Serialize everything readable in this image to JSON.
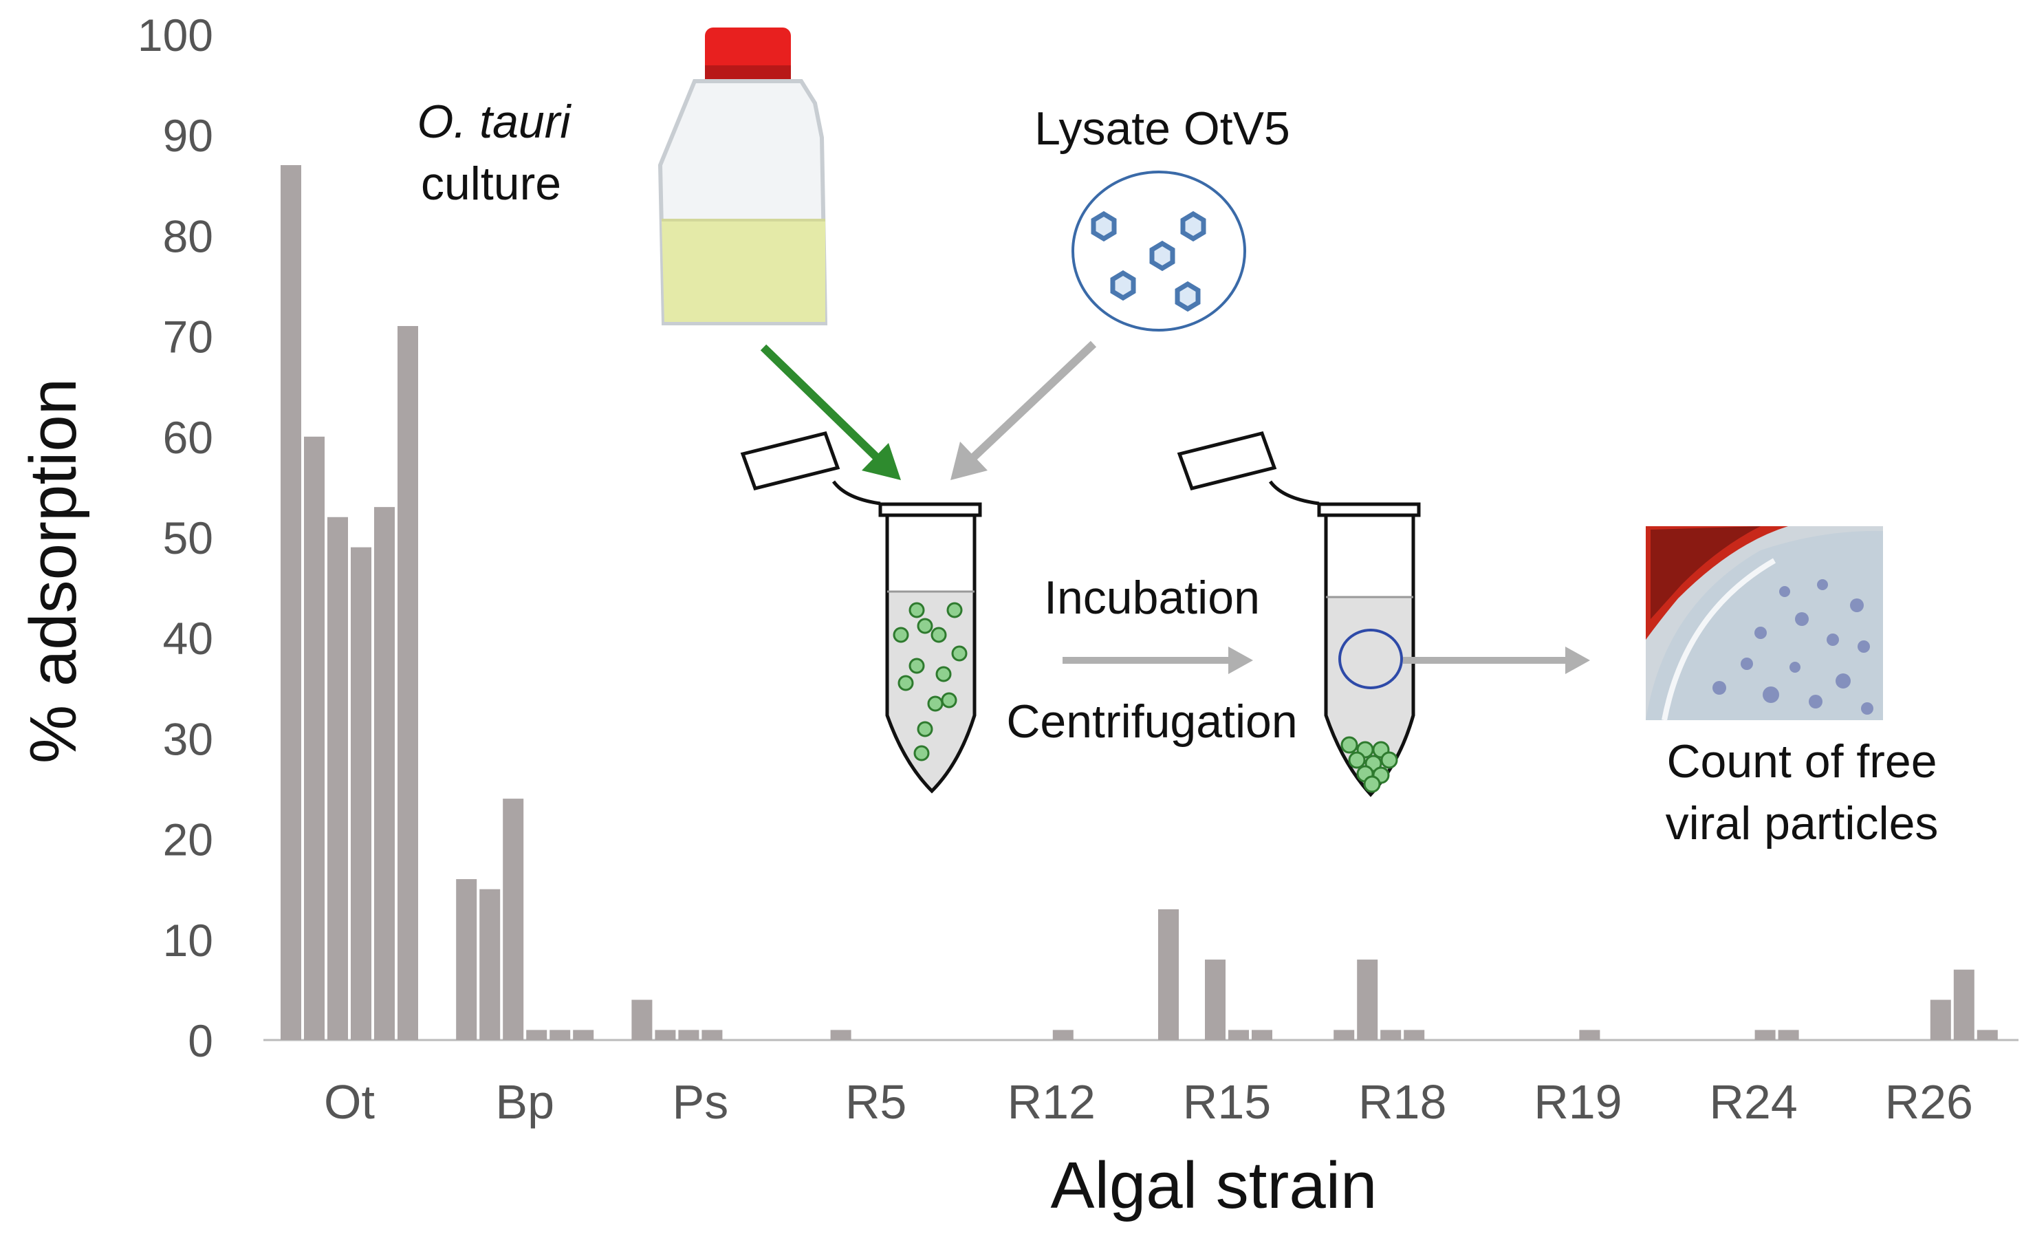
{
  "chart_data": {
    "type": "bar",
    "ylabel": "% adsorption",
    "xlabel": "Algal strain",
    "ylim": [
      0,
      100
    ],
    "yticks": [
      0,
      10,
      20,
      30,
      40,
      50,
      60,
      70,
      80,
      90,
      100
    ],
    "grid": false,
    "legend": "none",
    "bar_color": "#aaa4a4",
    "groups": [
      {
        "label": "Ot",
        "values": [
          87,
          60,
          52,
          49,
          53,
          71
        ]
      },
      {
        "label": "Bp",
        "values": [
          16,
          15,
          24,
          1,
          1,
          1
        ]
      },
      {
        "label": "Ps",
        "values": [
          4,
          1,
          1,
          1,
          0,
          0
        ]
      },
      {
        "label": "R5",
        "values": [
          0,
          1,
          0,
          0,
          0,
          0
        ]
      },
      {
        "label": "R12",
        "values": [
          0,
          0,
          0,
          1,
          0,
          0
        ]
      },
      {
        "label": "R15",
        "values": [
          13,
          0,
          8,
          1,
          1,
          0
        ]
      },
      {
        "label": "R18",
        "values": [
          1,
          8,
          1,
          1,
          0,
          0
        ]
      },
      {
        "label": "R19",
        "values": [
          0,
          0,
          0,
          1,
          0,
          0
        ]
      },
      {
        "label": "R24",
        "values": [
          0,
          0,
          0,
          1,
          1,
          0
        ]
      },
      {
        "label": "R26",
        "values": [
          0,
          0,
          0,
          4,
          7,
          1
        ]
      }
    ]
  },
  "annotations": {
    "culture_species": "O. tauri",
    "culture_word": "culture",
    "lysate": "Lysate OtV5",
    "incubation": "Incubation",
    "centrifugation": "Centrifugation",
    "count_line1": "Count of free",
    "count_line2": "viral particles"
  },
  "colors": {
    "bar": "#aaa4a4",
    "green_arrow": "#2e8b2e",
    "gray_arrow": "#b0b0b0",
    "cell_green": "#8fd08f",
    "cap_red": "#e8201f",
    "culture_yellow": "#e4eaa8",
    "virus_blue": "#4a78b0"
  }
}
